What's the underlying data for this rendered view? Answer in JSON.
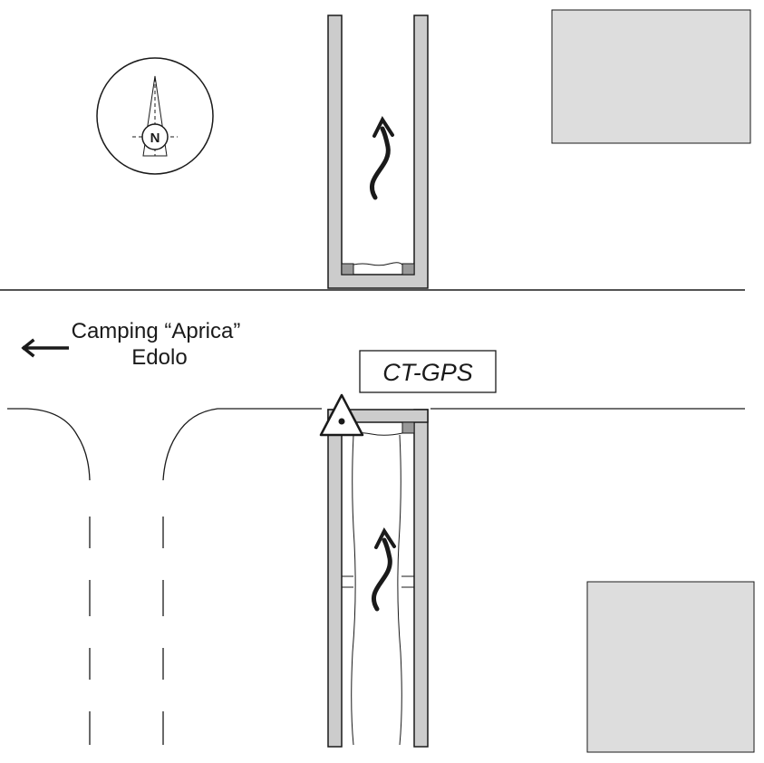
{
  "direction_sign": {
    "line1": "Camping “Aprica”",
    "line2": "Edolo",
    "arrow_icon": "arrow-left-icon"
  },
  "station": {
    "code": "CT-GPS",
    "marker_icon": "triangle-benchmark-icon"
  },
  "compass": {
    "letter": "N",
    "icon": "north-arrow-icon"
  },
  "flow_icons": [
    "flow-arrow-icon",
    "flow-arrow-icon"
  ],
  "colors": {
    "line": "#1a1a1a",
    "channel_wall": "#cccccc",
    "building": "#dddddd",
    "wall_cap": "#999999"
  }
}
